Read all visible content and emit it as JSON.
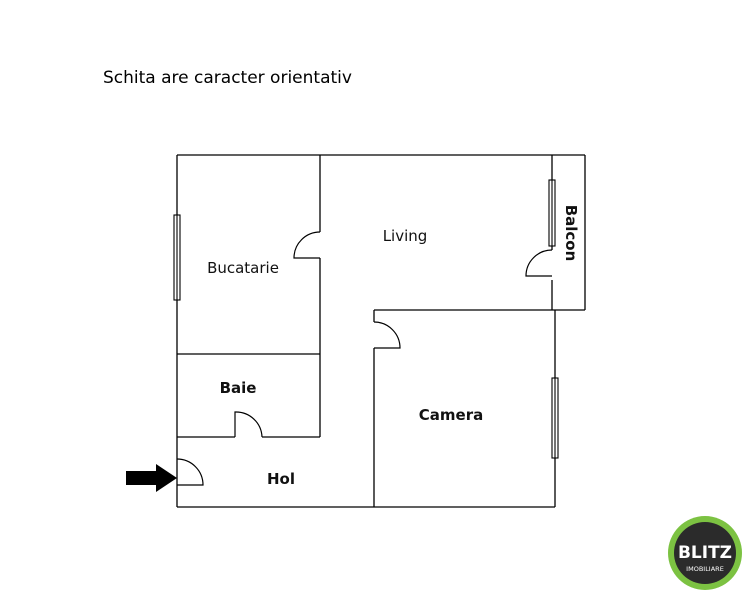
{
  "header": {
    "note": "Schita are caracter orientativ"
  },
  "floor_plan": {
    "rooms": {
      "bucatarie": "Bucatarie",
      "living": "Living",
      "balcon": "Balcon",
      "baie": "Baie",
      "camera": "Camera",
      "hol": "Hol"
    },
    "entrance_icon": "arrow-right-icon"
  },
  "logo": {
    "line1": "BLITZ",
    "line2": "IMOBILIARE",
    "ring_color": "#7cc242",
    "disc_color": "#2b2b2b"
  }
}
